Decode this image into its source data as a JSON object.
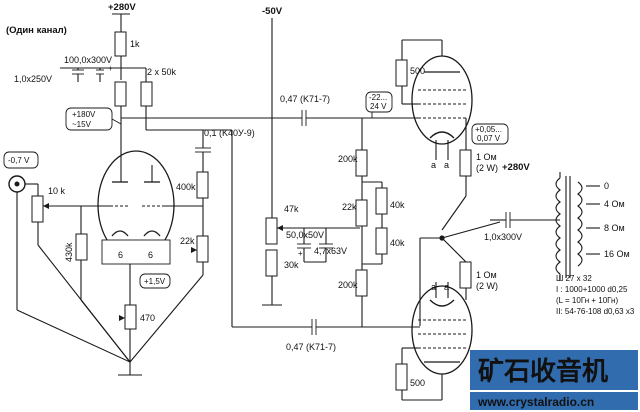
{
  "title": "(Один канал)",
  "supplies": {
    "b_plus_top": "+280V",
    "bias": "-50V",
    "b_plus_right": "+280V"
  },
  "components": {
    "r_1k": "1k",
    "c_100": "100,0x300V",
    "c_1": "1,0x250V",
    "r_2x50k": "2 x 50k",
    "v_180": "+180V",
    "v_15": "~15V",
    "c_047_top": "0,47 (K71-7)",
    "c_01": "0,1 (K40У-9)",
    "v_minus22": "-22...",
    "v_24": "24 V",
    "r_500_top": "500",
    "v_005": "+0,05...",
    "v_007": "0,07 V",
    "r_1om_top_a": "1 Ом",
    "r_1om_top_b": "(2 W)",
    "v_07": "-0,7 V",
    "r_10k": "10 k",
    "r_400k": "400k",
    "r_200k_a": "200k",
    "r_47k": "47k",
    "r_22k_b": "22k",
    "r_40k_a": "40k",
    "r_40k_b": "40k",
    "c_50": "50,0x50V",
    "c_47": "4,7x63V",
    "r_30k": "30k",
    "r_22k": "22k",
    "r_430k": "430k",
    "cathode_6a": "6",
    "cathode_6b": "6",
    "v_15b": "+1,5V",
    "r_470": "470",
    "r_200k_b": "200k",
    "c_1_out": "1,0x300V",
    "r_1om_bot_a": "1 Ом",
    "r_1om_bot_b": "(2 W)",
    "c_047_bot": "0,47 (K71-7)",
    "r_500_bot": "500",
    "anode_a1": "a",
    "anode_a2": "a",
    "anode_a3": "a",
    "anode_a4": "a"
  },
  "transformer": {
    "taps": [
      "0",
      "4 Ом",
      "8 Ом",
      "16 Ом"
    ],
    "spec_lines": [
      "Ш 27 x 32",
      "I : 1000+1000 d0,25",
      "(L = 10Гн + 10Гн)",
      "II: 54-76-108 d0,63 x3"
    ]
  },
  "watermark": {
    "cn": "矿石收音机",
    "url": "www.crystalradio.cn"
  },
  "colors": {
    "ink": "#1a1a1a",
    "watermark_bg": "#1f5fa8",
    "watermark_fg": "#ffffff"
  }
}
